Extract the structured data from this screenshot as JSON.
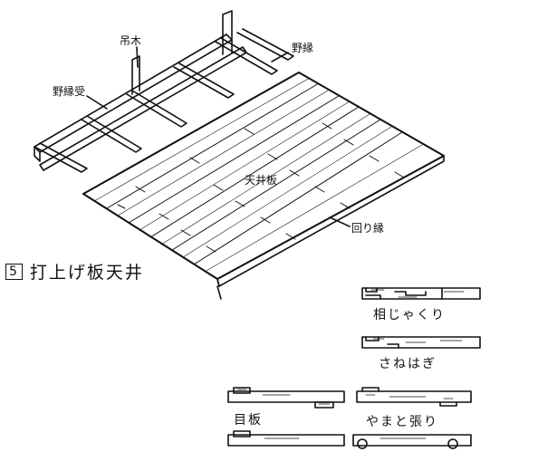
{
  "figure": {
    "number": "5",
    "title": "打上げ板天井"
  },
  "labels": {
    "tsurigi": "吊木",
    "nobuchi": "野縁",
    "nobuchi_uke": "野縁受",
    "tenjo_ita": "天井板",
    "mawaribuchi": "回り縁"
  },
  "joints": [
    {
      "name": "相じゃくり"
    },
    {
      "name": "さねはぎ"
    },
    {
      "name": "目板"
    },
    {
      "name": "やまと張り"
    }
  ],
  "colors": {
    "ink": "#111111",
    "paper": "#ffffff"
  }
}
